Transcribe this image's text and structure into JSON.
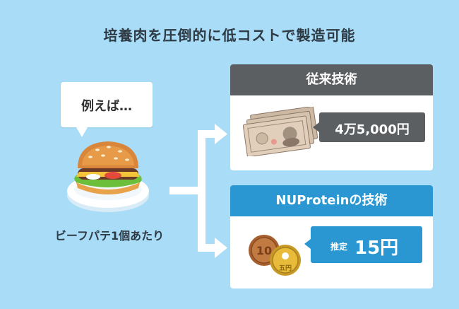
{
  "headline": "培養肉を圧倒的に低コストで製造可能",
  "bubble": {
    "text": "例えば…"
  },
  "caption": "ビーフパテ1個あたり",
  "traditional": {
    "title": "従来技術",
    "price": "4万5,000円"
  },
  "nuprotein": {
    "title": "NUProteinの技術",
    "estimate_label": "推定",
    "price": "15円"
  },
  "coins": {
    "ten": "10",
    "five": "五円"
  },
  "colors": {
    "background": "#a9dcf6",
    "traditional_header": "#5c5f62",
    "nuprotein_header": "#2a97d2"
  }
}
